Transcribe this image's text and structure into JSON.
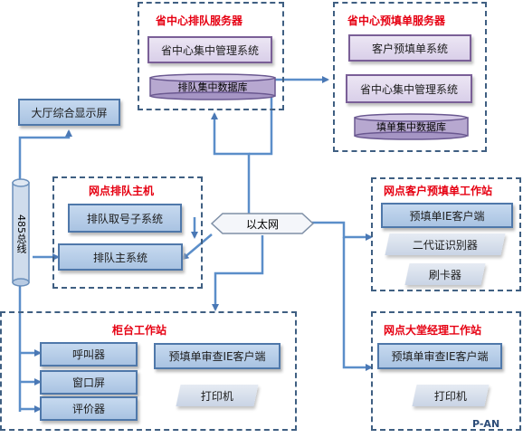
{
  "groups": {
    "province_queue_server": "省中心排队服务器",
    "province_prefill_server": "省中心预填单服务器",
    "branch_queue_host": "网点排队主机",
    "branch_customer_prefill_ws": "网点客户预填单工作站",
    "counter_ws": "柜台工作站",
    "branch_manager_ws": "网点大堂经理工作站"
  },
  "nodes": {
    "province_central_mgmt_1": "省中心集中管理系统",
    "queue_central_db": "排队集中数据库",
    "customer_prefill_system": "客户预填单系统",
    "province_central_mgmt_2": "省中心集中管理系统",
    "prefill_central_db": "填单集中数据库",
    "hall_display": "大厅综合显示屏",
    "bus_485": "485总线",
    "queue_ticket_system": "排队取号子系统",
    "queue_main_system": "排队主系统",
    "ethernet": "以太网",
    "prefill_ie_client": "预填单IE客户端",
    "id_card_reader": "二代证识别器",
    "card_reader": "刷卡器",
    "caller": "呼叫器",
    "window_screen": "窗口屏",
    "evaluator": "评价器",
    "prefill_review_client_counter": "预填单审查IE客户端",
    "printer_counter": "打印机",
    "prefill_review_client_manager": "预填单审查IE客户端",
    "printer_manager": "打印机"
  },
  "logo": "P-AN"
}
